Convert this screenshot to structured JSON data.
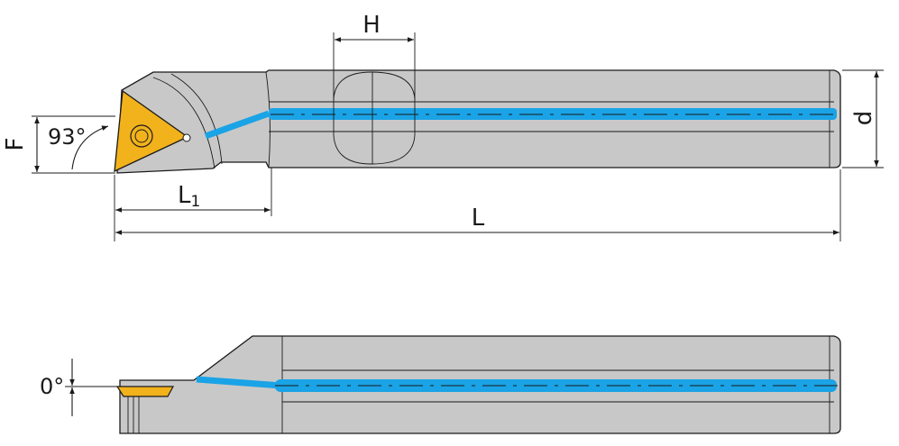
{
  "colors": {
    "shank": "#c8c8c8",
    "coolant": "#1aa3e6",
    "insert": "#f2b21b",
    "outline": "#1a1a1a",
    "background": "#ffffff"
  },
  "labels": {
    "H": "H",
    "d": "d",
    "F": "F",
    "angle_top": "93°",
    "L1_main": "L",
    "L1_sub": "1",
    "L": "L",
    "angle_bottom": "0°"
  }
}
